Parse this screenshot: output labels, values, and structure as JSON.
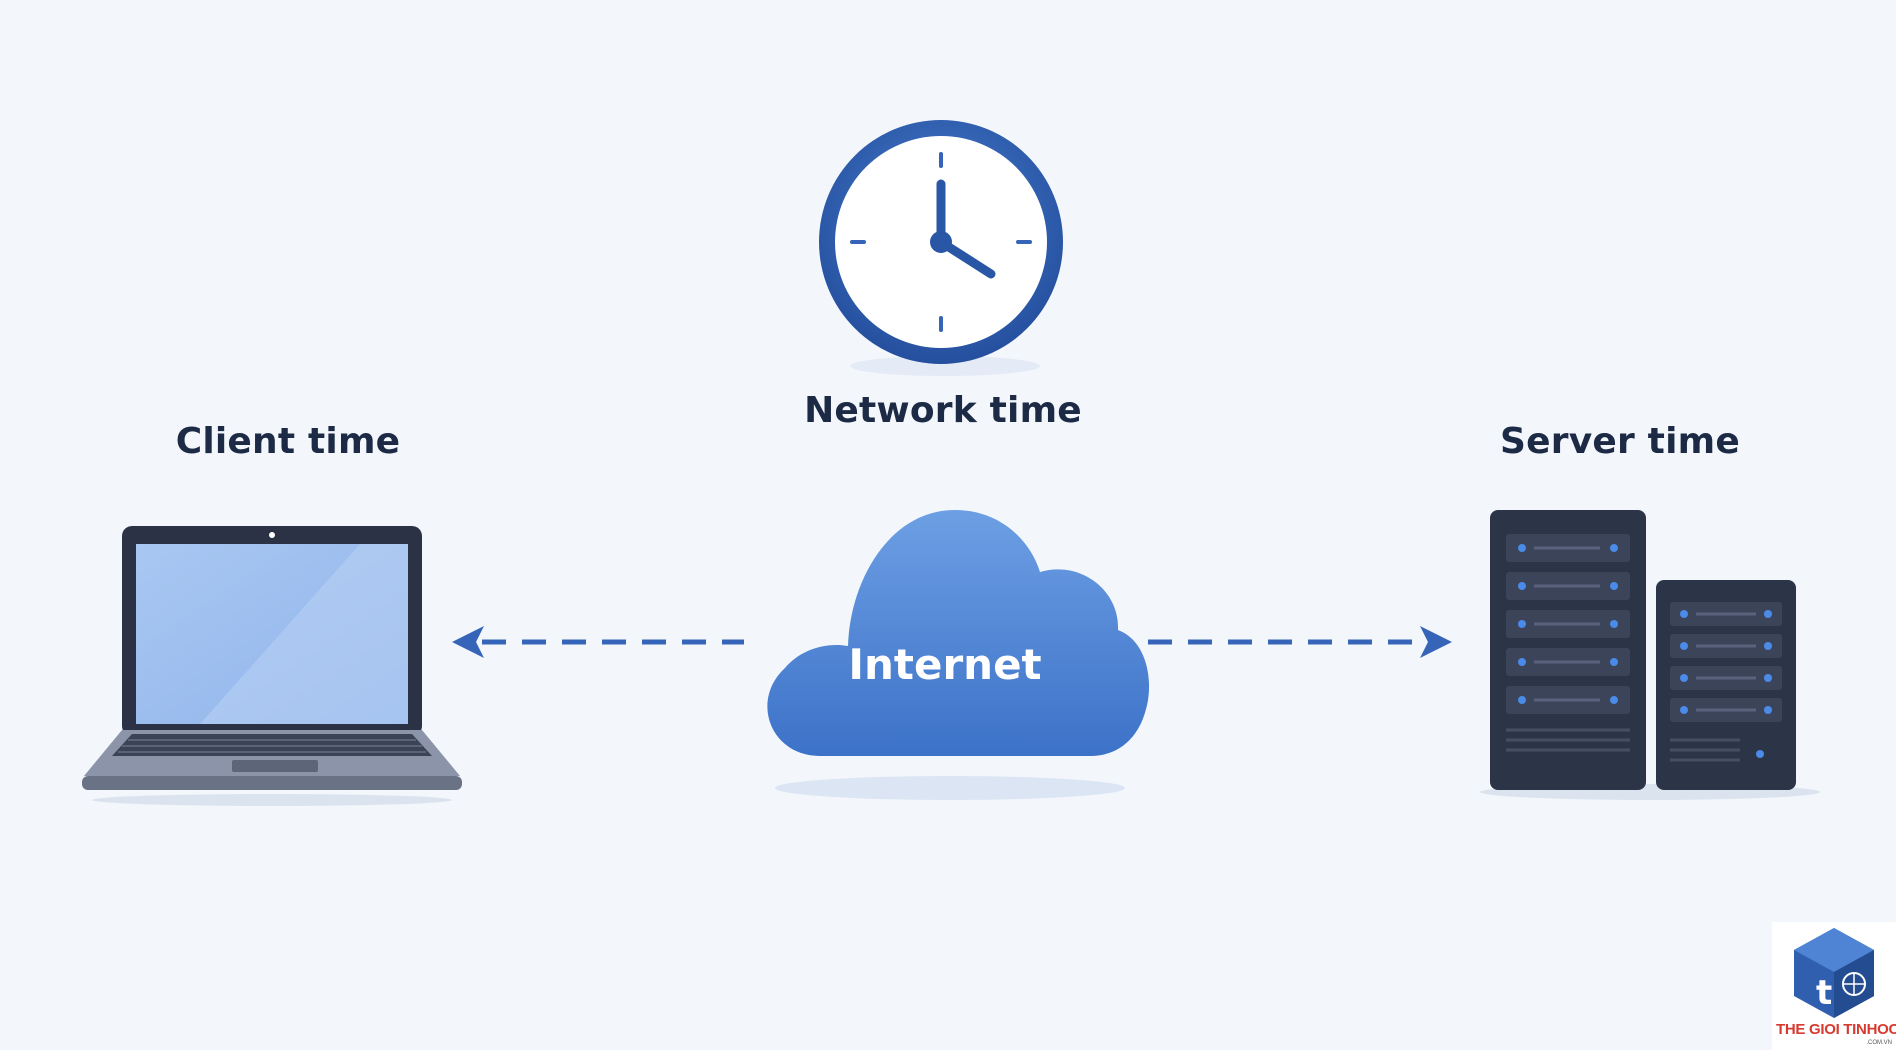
{
  "labels": {
    "network": "Network time",
    "client": "Client time",
    "server": "Server time",
    "internet": "Internet"
  },
  "logo": {
    "text": "THE GIOI TINHOC",
    "sub": ".COM.VN",
    "letter": "t"
  },
  "icons": {
    "clock": "clock-icon",
    "cloud": "cloud-icon",
    "laptop": "laptop-icon",
    "server": "server-rack-icon"
  },
  "colors": {
    "background": "#f3f7fc",
    "accent": "#3564b8",
    "text": "#1d2a45",
    "cloud": "#4f86d6",
    "server": "#2c3448",
    "logo_red": "#d83a2f"
  }
}
